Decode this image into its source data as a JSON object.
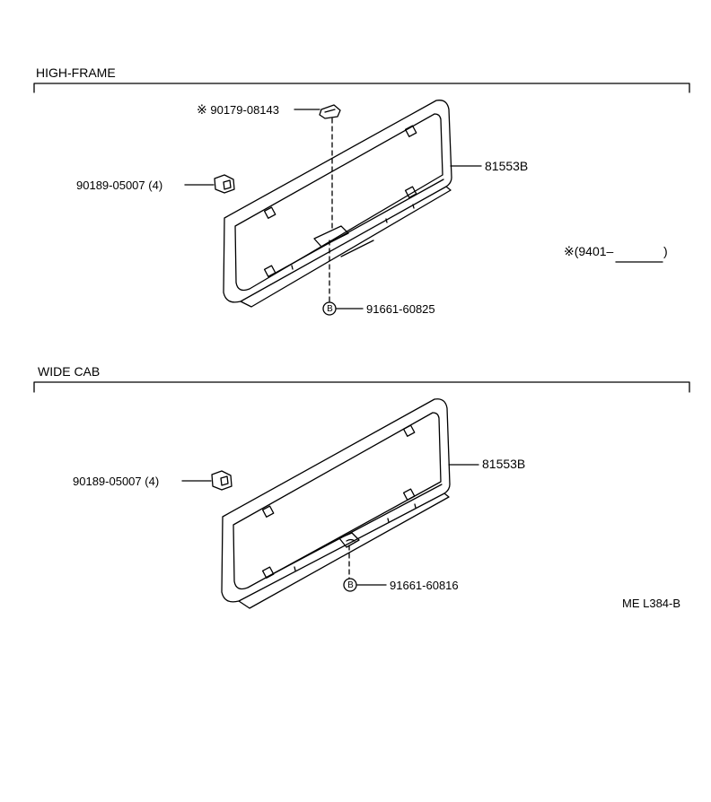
{
  "sections": [
    {
      "title": "HIGH-FRAME",
      "parts": {
        "nut": {
          "mark": "※",
          "number": "90179-08143"
        },
        "clip": {
          "number": "90189-05007",
          "qty": "(4)"
        },
        "plate": {
          "number": "81553B"
        },
        "screw": {
          "badge": "B",
          "number": "91661-60825"
        }
      },
      "note": {
        "mark": "※",
        "text": "(9401–",
        "close": ")"
      }
    },
    {
      "title": "WIDE CAB",
      "parts": {
        "clip": {
          "number": "90189-05007",
          "qty": "(4)"
        },
        "plate": {
          "number": "81553B"
        },
        "screw": {
          "badge": "B",
          "number": "91661-60816"
        }
      }
    }
  ],
  "drawing_code": "ME L384-B"
}
